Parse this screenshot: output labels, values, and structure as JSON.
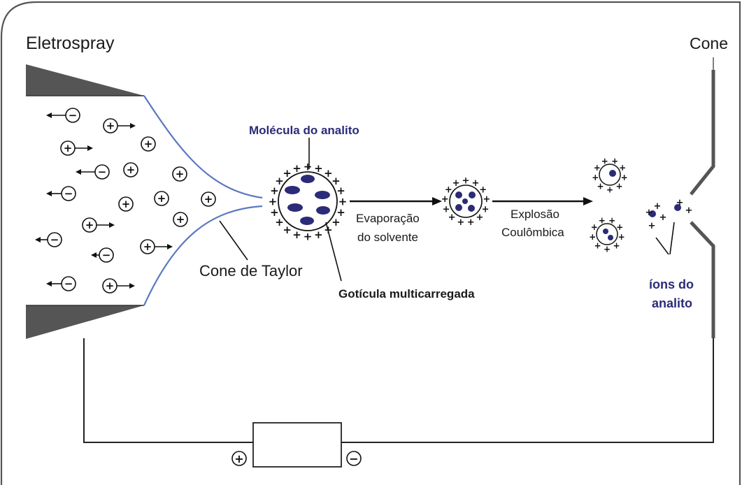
{
  "labels": {
    "title": "Eletrospray",
    "cone": "Cone",
    "analyte_molecule": "Molécula do analito",
    "taylor_cone": "Cone de Taylor",
    "droplet": "Gotícula multicarregada",
    "evaporation_1": "Evaporação",
    "evaporation_2": "do solvente",
    "explosion_1": "Explosão",
    "explosion_2": "Coulômbica",
    "ions_1": "íons do",
    "ions_2": "analito"
  },
  "symbols": {
    "plus": "+",
    "minus": "−"
  },
  "colors": {
    "frame": "#555555",
    "taylor_cone": "#5b78c0",
    "analyte": "#2b2b78",
    "nozzle": "#555555",
    "wire": "#222222"
  }
}
